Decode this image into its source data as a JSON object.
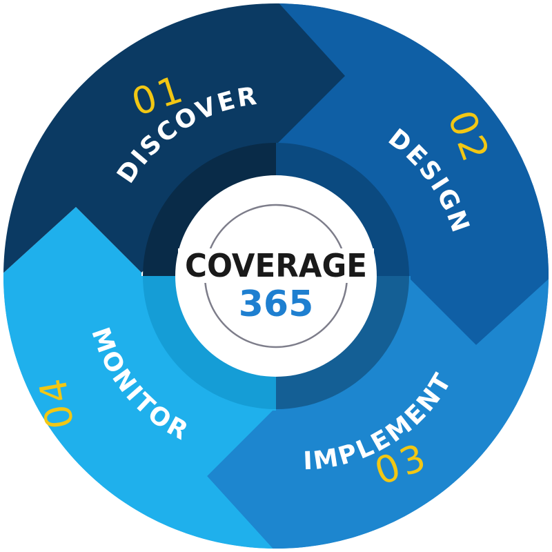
{
  "colors": {
    "discover": "#0b3a63",
    "design": "#0f5fa5",
    "implement": "#1d86cf",
    "monitor": "#1fb0ec",
    "number": "#f2c714",
    "logo_blue": "#1e7fd0"
  },
  "center": {
    "line1": "COVERAGE",
    "line2": "365"
  },
  "steps": [
    {
      "number": "01",
      "label": "DISCOVER"
    },
    {
      "number": "02",
      "label": "DESIGN"
    },
    {
      "number": "03",
      "label": "IMPLEMENT"
    },
    {
      "number": "04",
      "label": "MONITOR"
    }
  ]
}
